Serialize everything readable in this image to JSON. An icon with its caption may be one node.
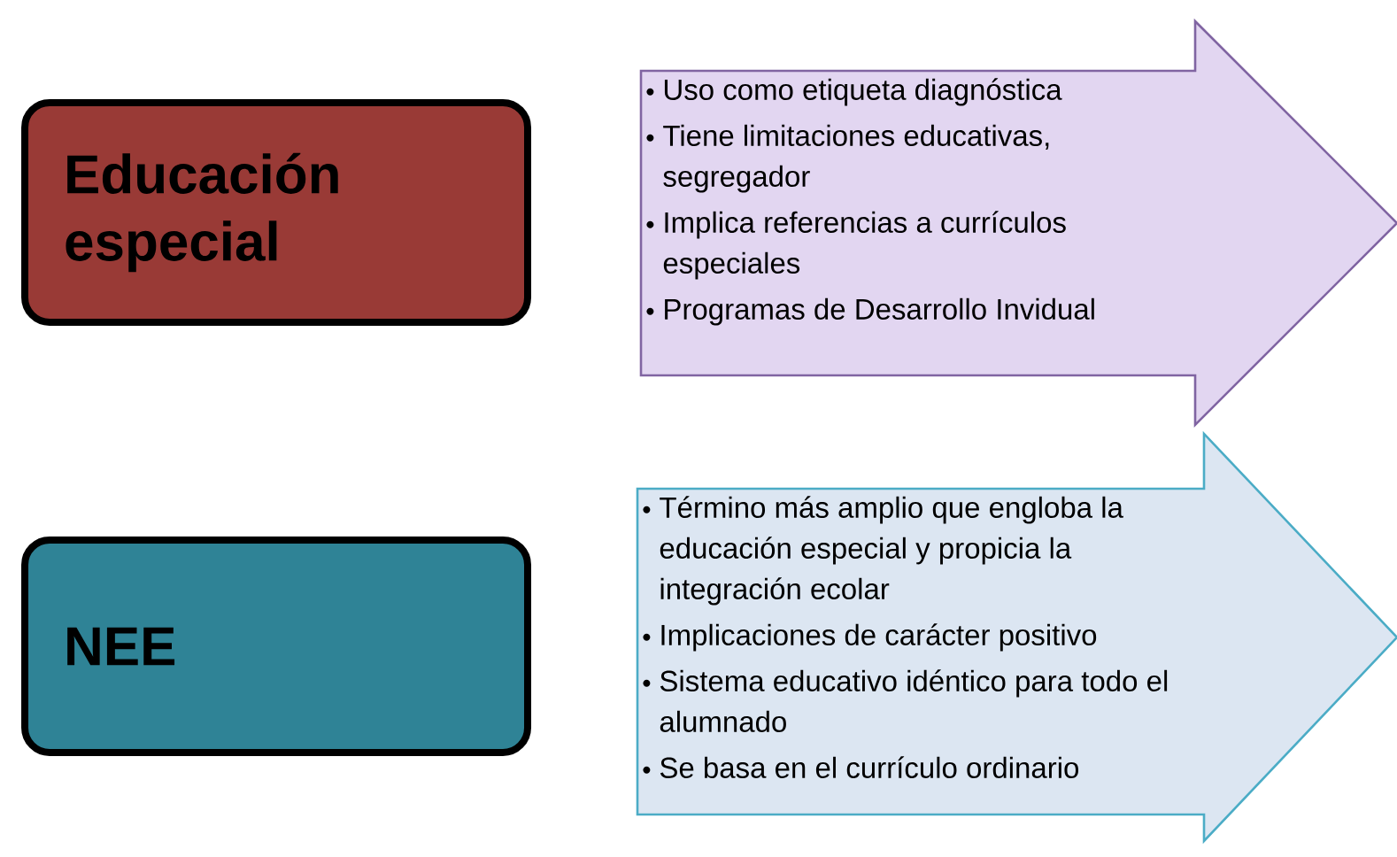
{
  "diagram": {
    "nodes": [
      {
        "text": [
          "Educación especial"
        ]
      },
      {
        "text": [
          "Uso como etiqueta diagnóstica",
          "Tiene limitaciones educativas, segregador",
          "Implica referencias a currículos especiales",
          "Programas de Desarrollo Invidual"
        ]
      },
      {
        "text": [
          "NEE"
        ]
      },
      {
        "text": [
          "Término más amplio que engloba la educación especial y propicia la integración ecolar",
          "Implicaciones de carácter positivo",
          "Sistema educativo idéntico para todo el alumnado",
          "Se basa en el currículo ordinario"
        ]
      }
    ]
  }
}
